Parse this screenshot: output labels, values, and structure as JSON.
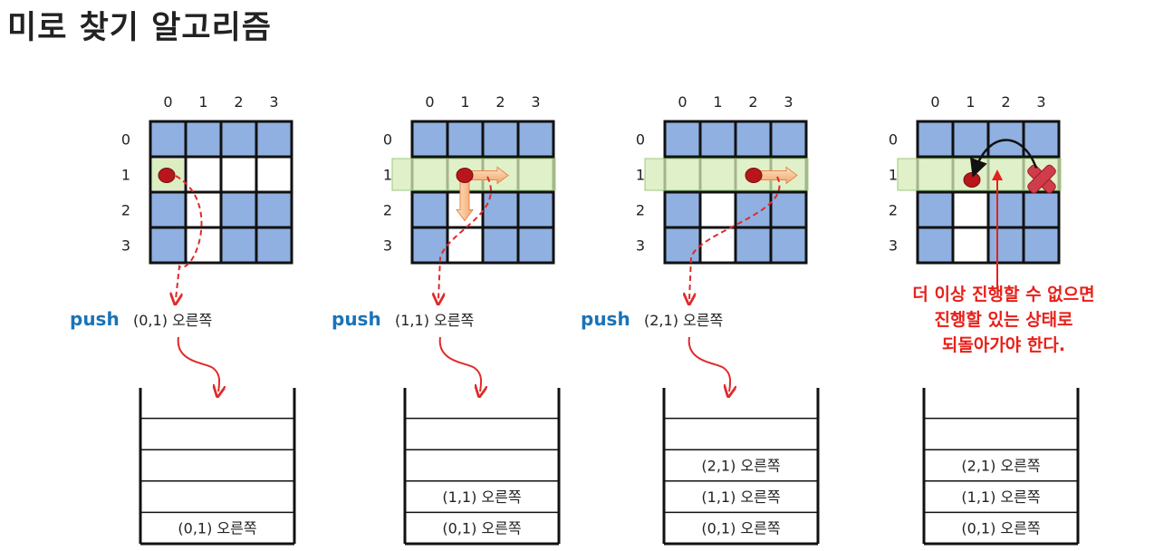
{
  "title": "미로 찾기 알고리즘",
  "col_labels": [
    "0",
    "1",
    "2",
    "3"
  ],
  "row_labels": [
    "0",
    "1",
    "2",
    "3"
  ],
  "colors": {
    "wall": "#8fb0e0",
    "highlight": "#d6ecb8",
    "path_arrow": "#e02a2a",
    "dot": "#b8161b",
    "push": "#1a73b8",
    "note": "#e8201a"
  },
  "panels": [
    {
      "open_cells": [
        [
          1,
          0
        ],
        [
          1,
          1
        ],
        [
          1,
          2
        ],
        [
          1,
          3
        ],
        [
          2,
          1
        ],
        [
          3,
          1
        ]
      ],
      "highlight_row": null,
      "dot": [
        1,
        0
      ],
      "push_label": "push",
      "push_text": "(0,1) 오른쪽",
      "stack": [
        "(0,1) 오른쪽"
      ]
    },
    {
      "open_cells": [
        [
          1,
          0
        ],
        [
          1,
          1
        ],
        [
          1,
          2
        ],
        [
          1,
          3
        ],
        [
          2,
          1
        ],
        [
          3,
          1
        ]
      ],
      "highlight_row": 1,
      "dot": [
        1,
        1
      ],
      "push_label": "push",
      "push_text": "(1,1) 오른쪽",
      "stack": [
        "(0,1) 오른쪽",
        "(1,1) 오른쪽"
      ]
    },
    {
      "open_cells": [
        [
          1,
          0
        ],
        [
          1,
          1
        ],
        [
          1,
          2
        ],
        [
          1,
          3
        ],
        [
          2,
          1
        ],
        [
          3,
          1
        ]
      ],
      "highlight_row": 1,
      "dot": [
        1,
        2
      ],
      "push_label": "push",
      "push_text": "(2,1) 오른쪽",
      "stack": [
        "(0,1) 오른쪽",
        "(1,1) 오른쪽",
        "(2,1) 오른쪽"
      ]
    },
    {
      "open_cells": [
        [
          1,
          0
        ],
        [
          1,
          1
        ],
        [
          1,
          2
        ],
        [
          1,
          3
        ],
        [
          2,
          1
        ],
        [
          3,
          1
        ]
      ],
      "highlight_row": 1,
      "dot": [
        1,
        1
      ],
      "note_lines": [
        "더 이상 진행할 수 없으면",
        "진행할 있는 상태로",
        "되돌아가야 한다."
      ],
      "stack": [
        "(0,1) 오른쪽",
        "(1,1) 오른쪽",
        "(2,1) 오른쪽"
      ]
    }
  ]
}
